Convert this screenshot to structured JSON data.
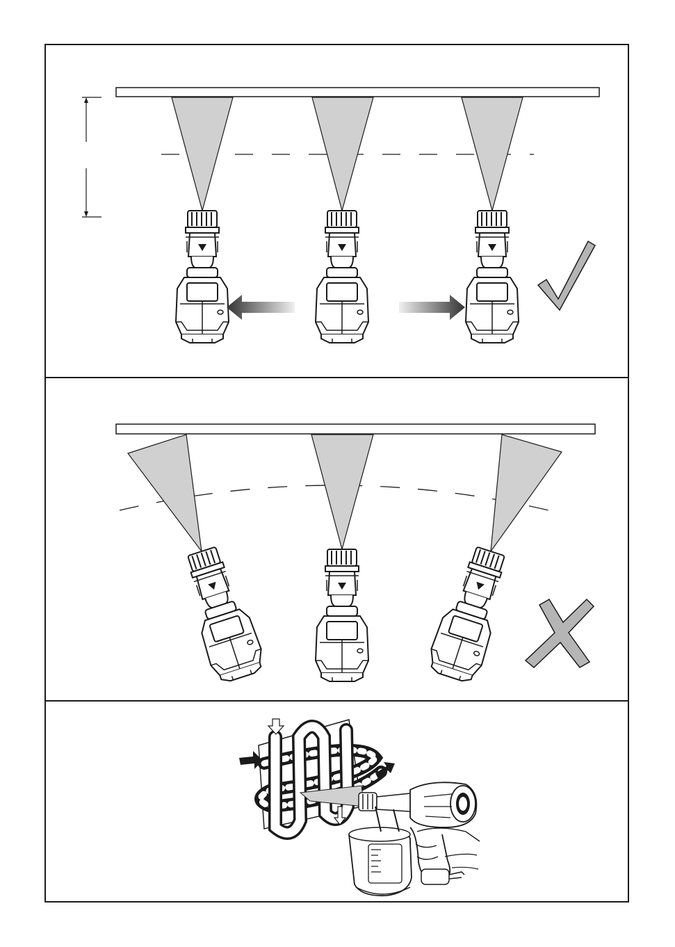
{
  "colors": {
    "line": "#1a1a1a",
    "spray": "#d0d0d0",
    "mark": "#b5b5b5",
    "arrow_dark": "#333333",
    "arrow_light": "#e8e8e8"
  },
  "panels": [
    {
      "marker": "check-mark-icon",
      "orientation": "parallel-to-surface"
    },
    {
      "marker": "cross-mark-icon",
      "orientation": "arcing-wrist-movement"
    },
    {
      "marker": "none",
      "orientation": "overlapping-pattern"
    }
  ]
}
